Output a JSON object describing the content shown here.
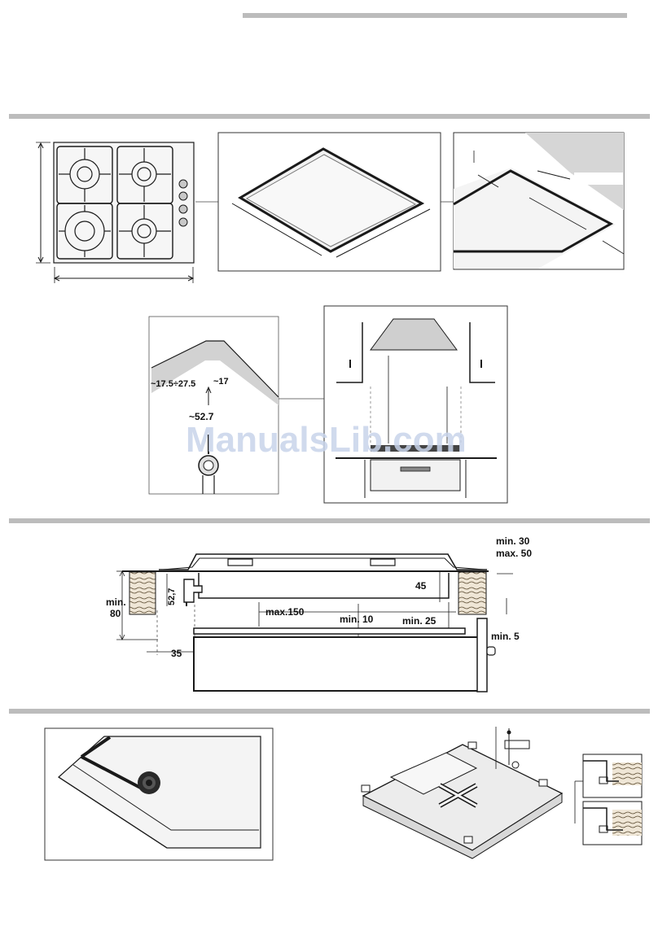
{
  "colors": {
    "divider": "#bcbcbc",
    "line": "#1a1a1a",
    "watermark": "#c8d4ea",
    "wood": "#d9cdb6",
    "wall": "#cfcfcf"
  },
  "icons": [
    "hob-top-view",
    "hob-cutout",
    "corner-cutout",
    "gas-connection",
    "cooker-hood-clearance",
    "section-view",
    "seal-strip",
    "fixing-brackets"
  ],
  "watermark": "ManualsLib.com",
  "gas_connection": {
    "d1": "~17.5÷27.5",
    "d2": "~17",
    "d3": "~52.7"
  },
  "section": {
    "min30": "min. 30",
    "max50": "max. 50",
    "d45": "45",
    "d527": "52,7",
    "min": "min.",
    "eighty": "80",
    "max150": "max.150",
    "min10": "min. 10",
    "min25": "min. 25",
    "min5": "min. 5",
    "d35": "35"
  }
}
